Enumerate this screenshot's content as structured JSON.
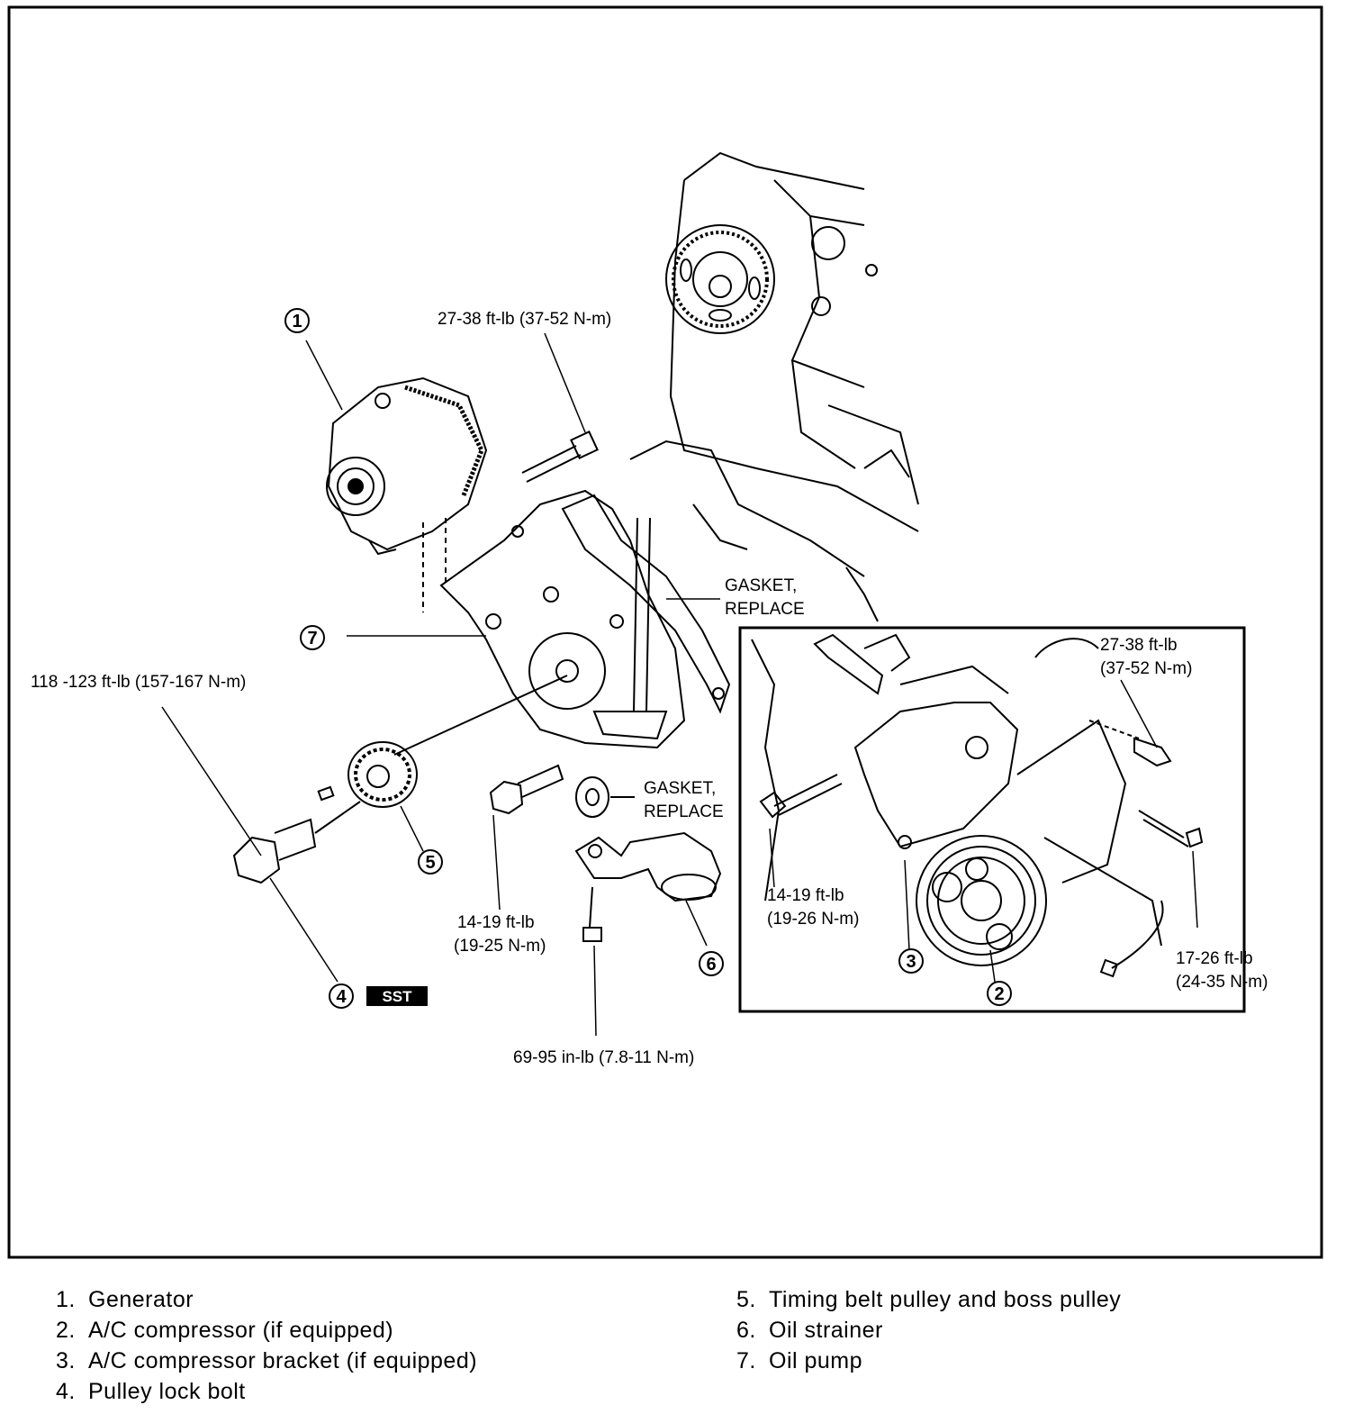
{
  "callouts": {
    "c1": "1",
    "c2": "2",
    "c3": "3",
    "c4": "4",
    "c5": "5",
    "c6": "6",
    "c7": "7"
  },
  "labels": {
    "generator_bolt_torque": "27-38 ft-lb (37-52 N-m)",
    "pulley_bolt_torque": "118 -123 ft-lb (157-167 N-m)",
    "pump_bolt_torque_line1": "14-19 ft-lb",
    "pump_bolt_torque_line2": "(19-25 N-m)",
    "strainer_bolt_torque": "69-95 in-lb (7.8-11 N-m)",
    "gasket_upper_line1": "GASKET,",
    "gasket_upper_line2": "REPLACE",
    "gasket_lower_line1": "GASKET,",
    "gasket_lower_line2": "REPLACE",
    "sst": "SST"
  },
  "inset": {
    "top_bolt_torque_line1": "27-38 ft-lb",
    "top_bolt_torque_line2": "(37-52 N-m)",
    "bracket_bolt_torque_line1": "14-19 ft-lb",
    "bracket_bolt_torque_line2": "(19-26 N-m)",
    "compressor_bolt_torque_line1": "17-26 ft-lb",
    "compressor_bolt_torque_line2": "(24-35 N-m)"
  },
  "legend": {
    "items": [
      {
        "num": "1.",
        "text": "Generator"
      },
      {
        "num": "2.",
        "text": "A/C compressor (if equipped)"
      },
      {
        "num": "3.",
        "text": "A/C compressor bracket (if equipped)"
      },
      {
        "num": "4.",
        "text": "Pulley lock bolt"
      },
      {
        "num": "5.",
        "text": "Timing belt pulley and boss pulley"
      },
      {
        "num": "6.",
        "text": "Oil strainer"
      },
      {
        "num": "7.",
        "text": "Oil pump"
      }
    ]
  }
}
